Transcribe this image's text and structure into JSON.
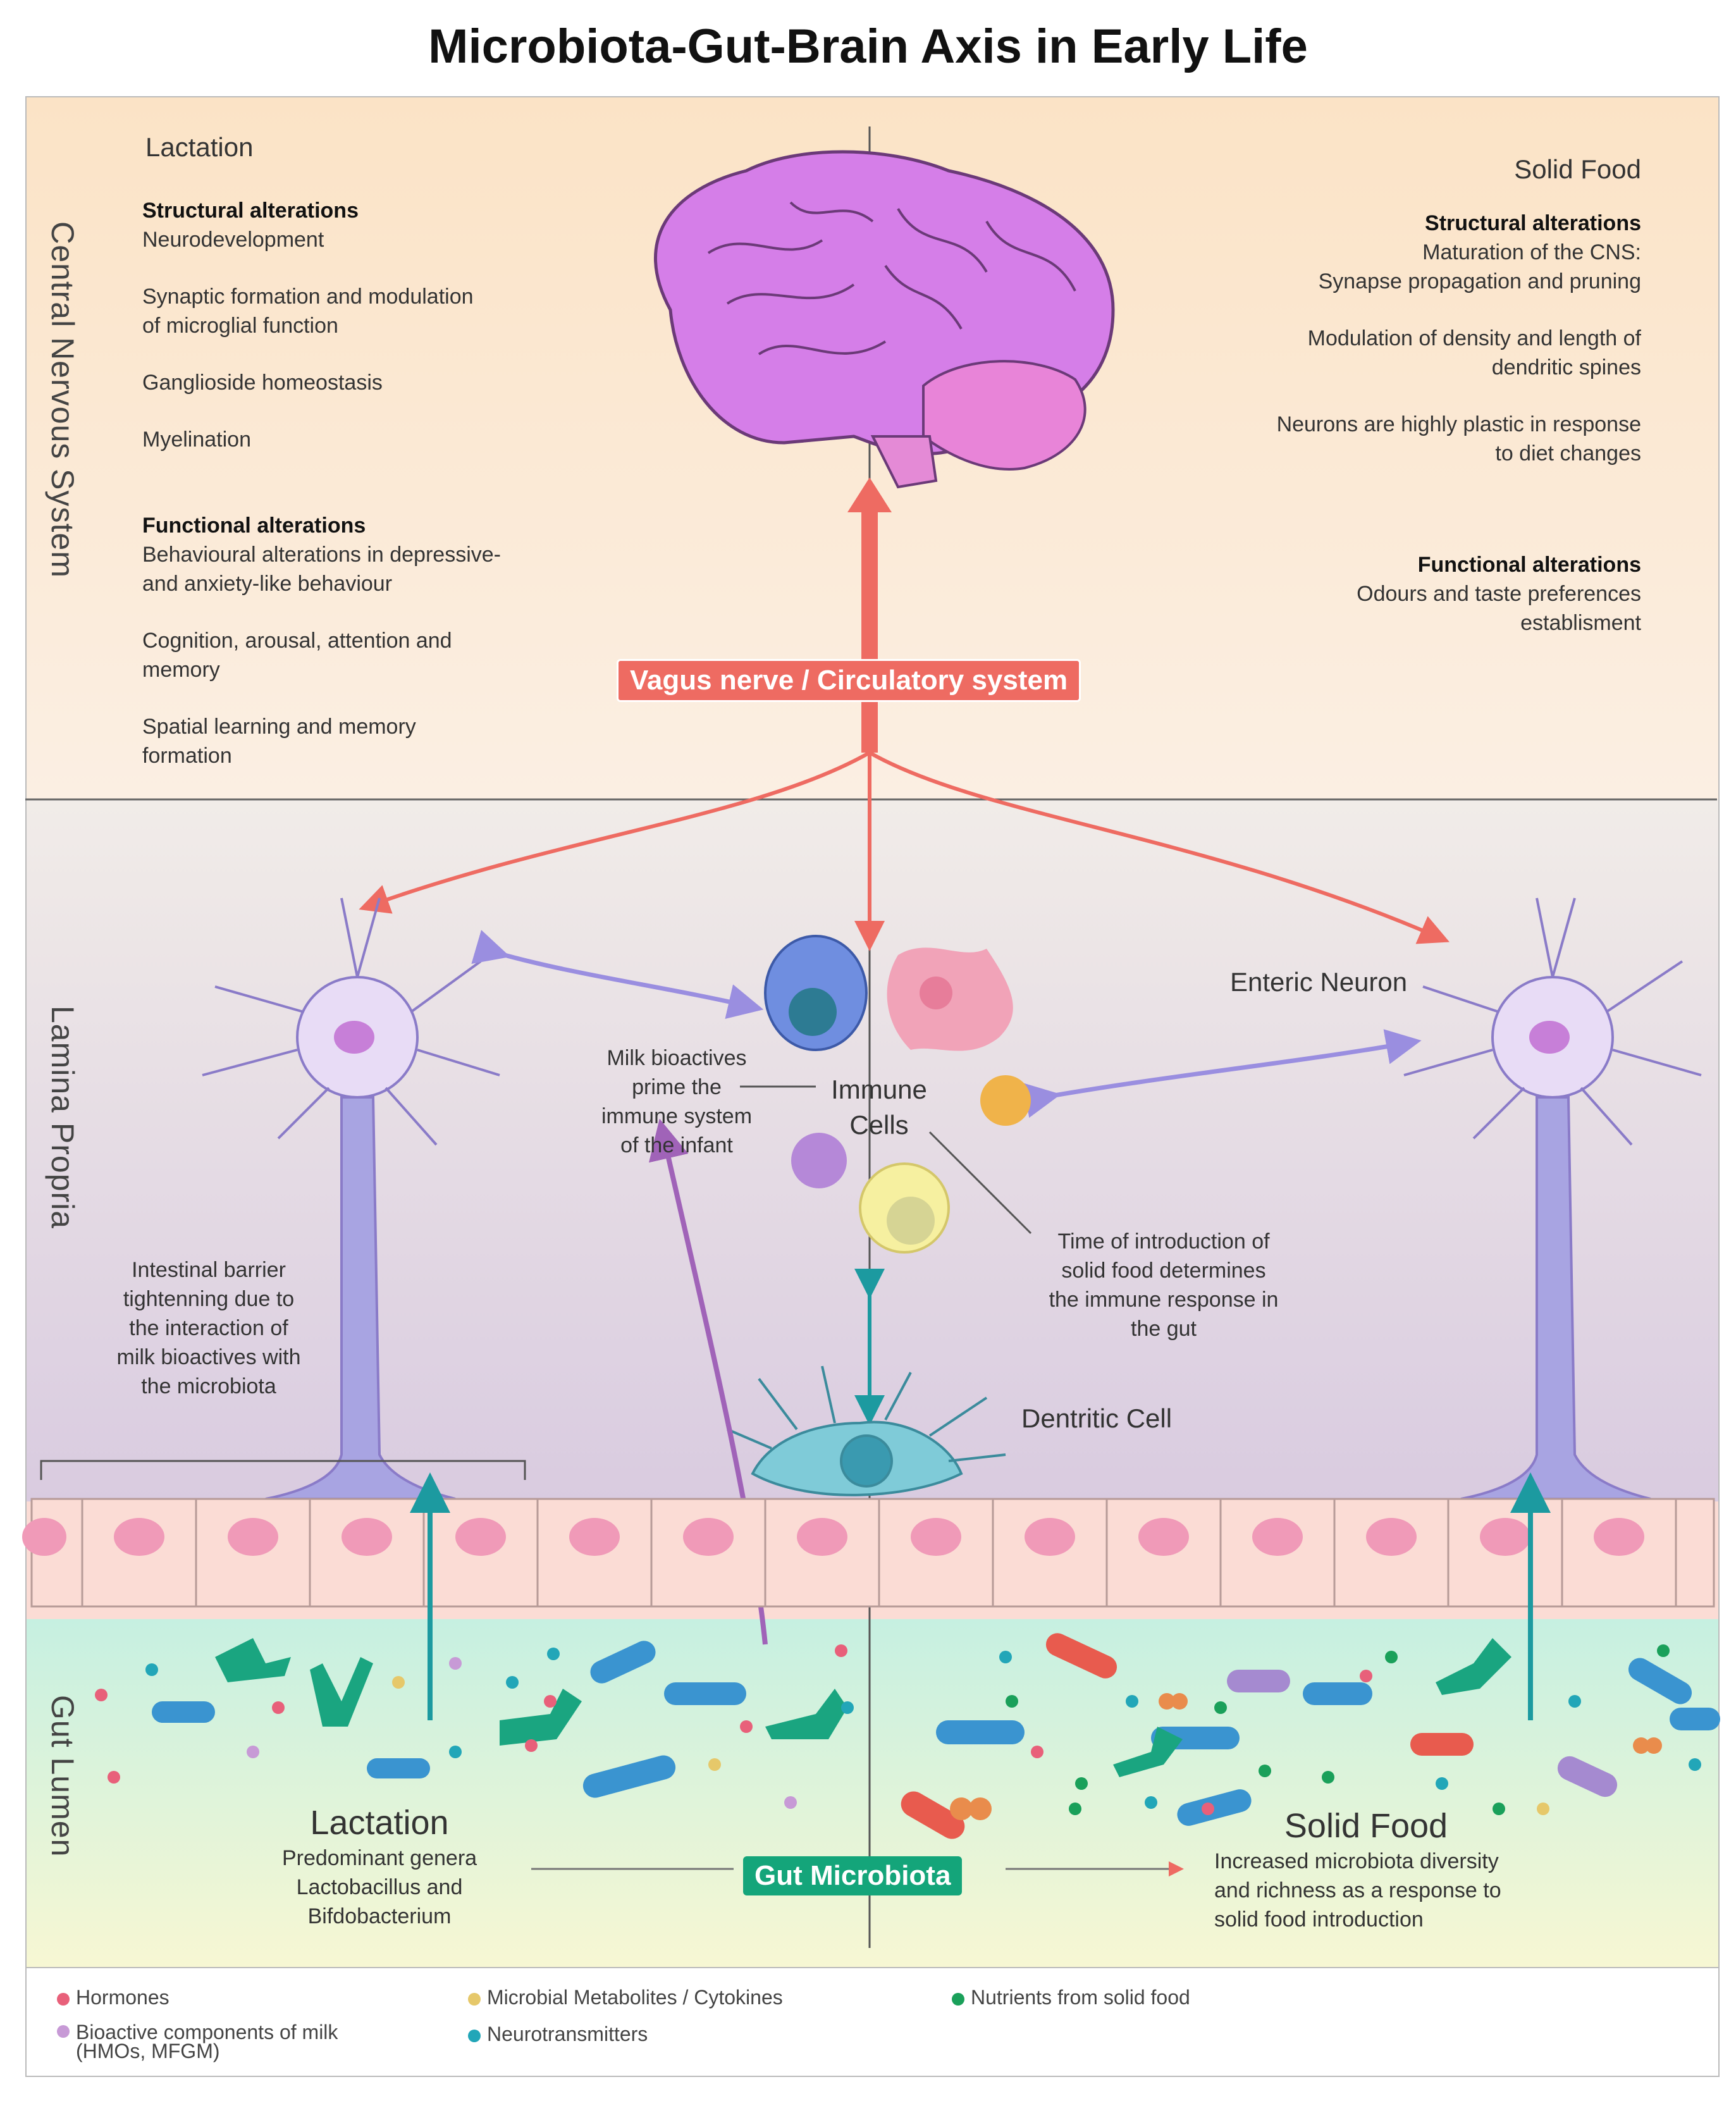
{
  "title": "Microbiota-Gut-Brain Axis in Early Life",
  "sections": {
    "cns": "Central Nervous System",
    "lamina": "Lamina Propria",
    "lumen": "Gut Lumen"
  },
  "lactation_cns": {
    "heading": "Lactation",
    "structural_title": "Structural alterations",
    "structural": [
      "Neurodevelopment",
      "Synaptic formation and modulation\nof microglial function",
      "Ganglioside homeostasis",
      "Myelination"
    ],
    "functional_title": "Functional alterations",
    "functional": [
      "Behavioural alterations in depressive-\nand anxiety-like behaviour",
      "Cognition, arousal, attention and\nmemory",
      "Spatial learning and memory\nformation"
    ]
  },
  "solid_cns": {
    "heading": "Solid Food",
    "structural_title": "Structural alterations",
    "structural": [
      "Maturation of the CNS:\nSynapse propagation and pruning",
      "Modulation of density and length of\ndendritic spines",
      "Neurons are highly plastic in response\nto diet changes"
    ],
    "functional_title": "Functional alterations",
    "functional": [
      "Odours and taste preferences\nestablisment"
    ]
  },
  "vagus_label": "Vagus nerve / Circulatory system",
  "lamina_labels": {
    "enteric_neuron": "Enteric Neuron",
    "immune_cells": "Immune\nCells",
    "milk_prime": "Milk bioactives\nprime the\nimmune system\nof the infant",
    "time_intro": "Time of introduction of\nsolid food determines\nthe immune response in\nthe gut",
    "barrier": "Intestinal barrier\ntightenning due to\nthe interaction of\nmilk bioactives with\nthe microbiota",
    "dendritic": "Dentritic Cell"
  },
  "lumen_labels": {
    "lactation_heading": "Lactation",
    "lactation_text": "Predominant genera\nLactobacillus and\nBifdobacterium",
    "solid_heading": "Solid Food",
    "solid_text": "Increased microbiota diversity\nand richness as a response to\nsolid food introduction",
    "gut_microbiota": "Gut Microbiota"
  },
  "legend": [
    {
      "label": "Hormones",
      "color": "#e8607a"
    },
    {
      "label": "Microbial Metabolites / Cytokines",
      "color": "#e6c86a"
    },
    {
      "label": "Nutrients from solid food",
      "color": "#1aa05a"
    },
    {
      "label": "Bioactive components of milk\n(HMOs, MFGM)",
      "color": "#c79ad6"
    },
    {
      "label": "Neurotransmitters",
      "color": "#22a6b8"
    }
  ],
  "colors": {
    "vagus": "#ee6b62",
    "gut_microbiota": "#14a57a",
    "brain": "#d981e6",
    "neuron": "#cfbff0"
  }
}
